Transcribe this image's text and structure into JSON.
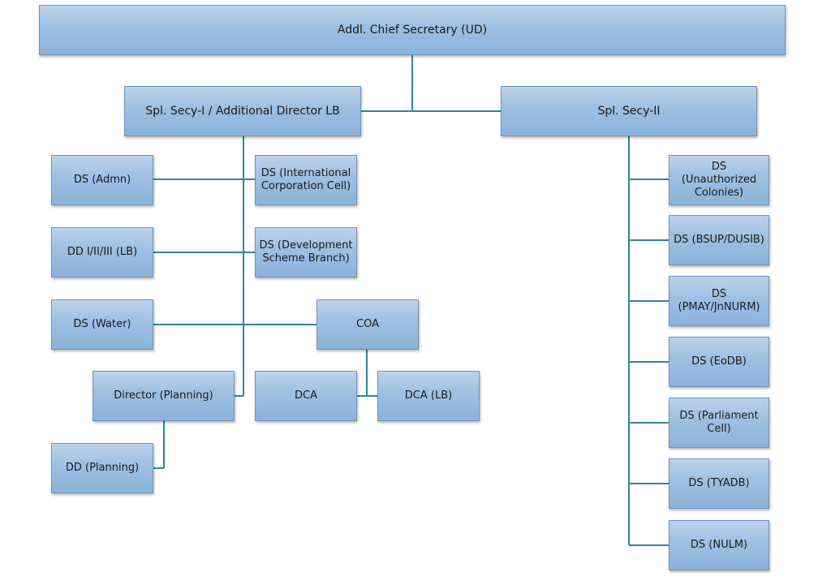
{
  "nodes": {
    "acs": "Addl. Chief Secretary (UD)",
    "secy1": "Spl. Secy-I / Additional Director LB",
    "secy2": "Spl. Secy-II",
    "ds_admn": "DS (Admn)",
    "dd_lb": "DD I/II/III (LB)",
    "ds_water": "DS (Water)",
    "director_planning": "Director (Planning)",
    "dd_planning": "DD (Planning)",
    "ds_icc": "DS (International\nCorporation Cell)",
    "ds_dsb": "DS (Development\nScheme Branch)",
    "coa": "COA",
    "dca": "DCA",
    "dca_lb": "DCA (LB)",
    "ds_unauth": "DS (Unauthorized\nColonies)",
    "ds_bsup": "DS (BSUP/DUSIB)",
    "ds_pmay": "DS\n(PMAY/JnNURM)",
    "ds_eodb": "DS (EoDB)",
    "ds_parl": "DS (Parliament\nCell)",
    "ds_tyadb": "DS (TYADB)",
    "ds_nulm": "DS (NULM)"
  }
}
